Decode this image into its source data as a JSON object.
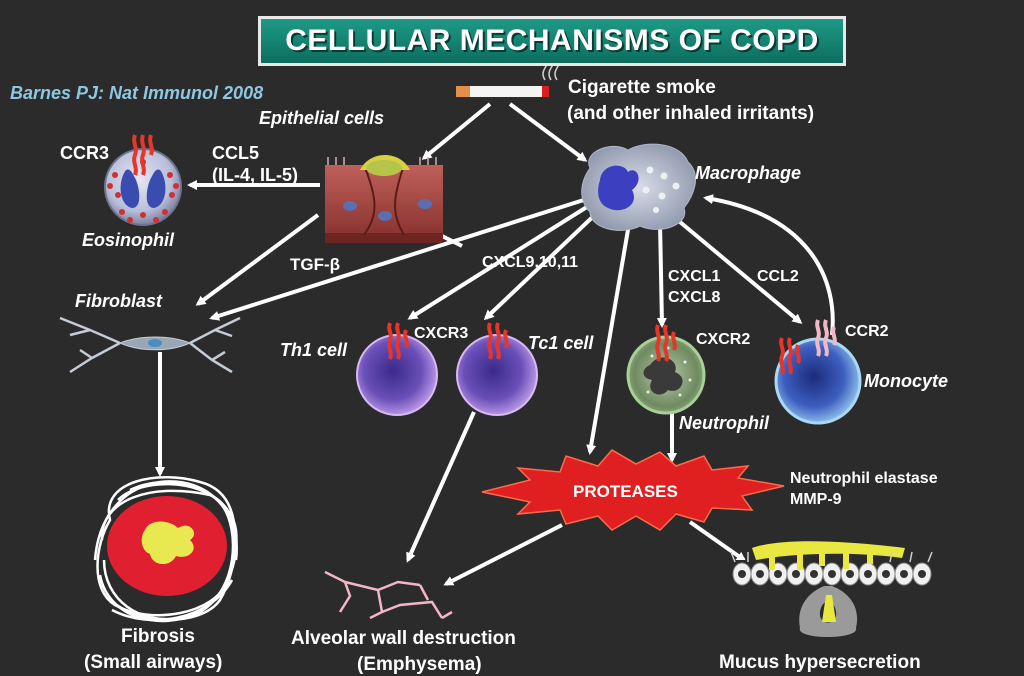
{
  "title": "CELLULAR MECHANISMS OF COPD",
  "citation": "Barnes PJ: Nat Immunol 2008",
  "stimulus": {
    "line1": "Cigarette smoke",
    "line2": "(and other inhaled irritants)"
  },
  "cells": {
    "epithelial": "Epithelial cells",
    "macrophage": "Macrophage",
    "eosinophil": "Eosinophil",
    "fibroblast": "Fibroblast",
    "th1": "Th1 cell",
    "tc1": "Tc1 cell",
    "neutrophil": "Neutrophil",
    "monocyte": "Monocyte"
  },
  "mediators": {
    "ccl5": "CCL5",
    "il": "(IL-4, IL-5)",
    "tgf": "TGF-β",
    "cxcl9": "CXCL9,10,11",
    "cxcl1": "CXCL1",
    "cxcl8": "CXCL8",
    "ccl2": "CCL2"
  },
  "receptors": {
    "ccr3": "CCR3",
    "cxcr3": "CXCR3",
    "cxcr2": "CXCR2",
    "ccr2": "CCR2"
  },
  "proteases": {
    "label": "PROTEASES",
    "enzyme1": "Neutrophil elastase",
    "enzyme2": "MMP-9"
  },
  "outcomes": {
    "fibrosis": "Fibrosis",
    "fibrosis_sub": "(Small airways)",
    "alveolar": "Alveolar wall destruction",
    "alveolar_sub": "(Emphysema)",
    "mucus": "Mucus hypersecretion"
  },
  "colors": {
    "background": "#2b2b2b",
    "title_bg": "#148a77",
    "citation": "#8fc7e3",
    "protease_red": "#e02020",
    "receptor_red": "#e8352a",
    "receptor_pink": "#f2b8c8"
  }
}
